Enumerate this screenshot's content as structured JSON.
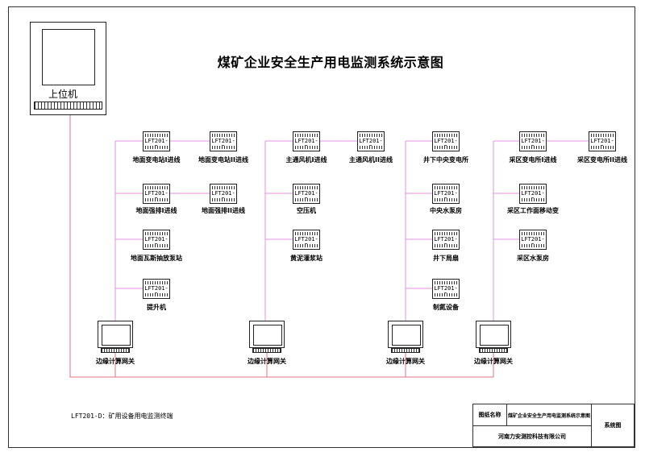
{
  "title": "煤矿企业安全生产用电监测系统示意图",
  "host": {
    "label": "上位机"
  },
  "device_label": "LFT201-D",
  "columns": [
    {
      "gateway_label": "边缘计算网关",
      "rows": [
        {
          "items": [
            "地面变电站I进线",
            "地面变电站II进线"
          ]
        },
        {
          "items": [
            "地面强排I进线",
            "地面强排II进线"
          ]
        },
        {
          "items": [
            "地面瓦斯抽放泵站"
          ]
        },
        {
          "items": [
            "提升机"
          ]
        }
      ]
    },
    {
      "gateway_label": "边缘计算网关",
      "rows": [
        {
          "items": [
            "主通风机I进线",
            "主通风机II进线"
          ]
        },
        {
          "items": [
            "空压机"
          ]
        },
        {
          "items": [
            "黄泥灌浆站"
          ]
        }
      ]
    },
    {
      "gateway_label": "边缘计算网关",
      "rows": [
        {
          "items": [
            "井下中央变电所"
          ]
        },
        {
          "items": [
            "中央水泵房"
          ]
        },
        {
          "items": [
            "井下局扇"
          ]
        },
        {
          "items": [
            "制氮设备"
          ]
        }
      ]
    },
    {
      "gateway_label": "边缘计算网关",
      "rows": [
        {
          "items": [
            "采区变电所I进线",
            "采区变电所II进线"
          ]
        },
        {
          "items": [
            "采区工作面移动变"
          ]
        },
        {
          "items": [
            "采区水泵房"
          ]
        }
      ]
    }
  ],
  "legend": "LFT201-D：矿用设备用电监测终端",
  "title_block": {
    "name_label": "图纸名称",
    "name_value": "煤矿企业安全生产用电监测系统示意图",
    "type_value": "系统图",
    "company": "河南力安测控科技有限公司"
  },
  "colors": {
    "bus": "#e07080",
    "branch": "#e090e0",
    "line": "#222222"
  }
}
